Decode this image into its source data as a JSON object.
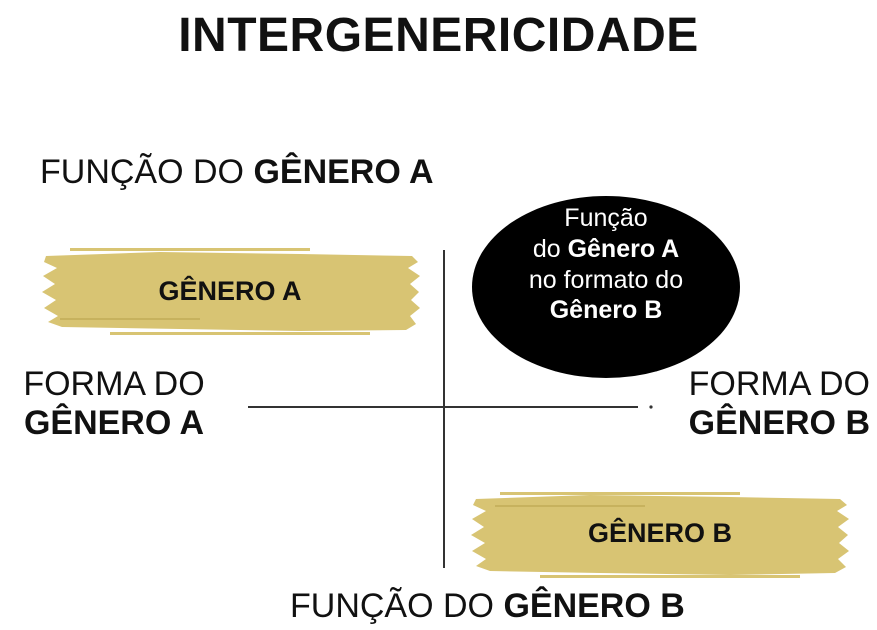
{
  "title": "INTERGENERICIDADE",
  "labels": {
    "top": {
      "normal": "FUNÇÃO DO ",
      "bold": "GÊNERO A"
    },
    "bottom": {
      "normal": "FUNÇÃO DO ",
      "bold": "GÊNERO B"
    },
    "left": {
      "line1": "FORMA DO",
      "line2": "GÊNERO A"
    },
    "right": {
      "line1": "FORMA DO",
      "line2": "GÊNERO B"
    }
  },
  "strokes": {
    "a": "GÊNERO A",
    "b": "GÊNERO B"
  },
  "ellipse": {
    "line1": "Função",
    "line2_normal": "do ",
    "line2_bold": "Gênero A",
    "line3": "no formato do",
    "line4": "Gênero B"
  },
  "colors": {
    "stroke_fill": "#D8C473",
    "ellipse_fill": "#000000",
    "axis_color": "#333333",
    "text_color": "#111111"
  }
}
